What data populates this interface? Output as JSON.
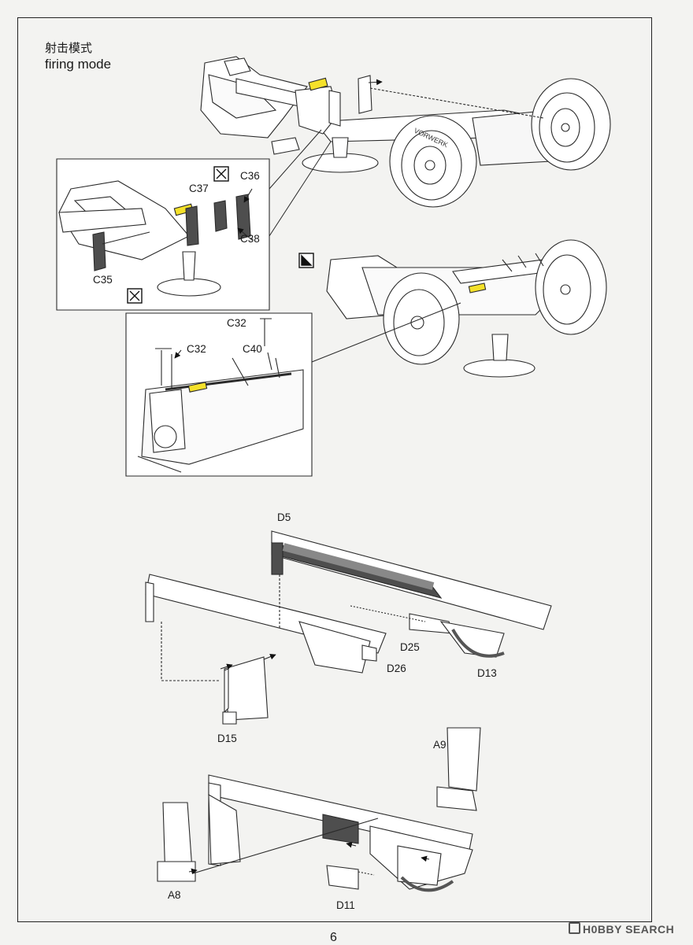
{
  "header": {
    "title_cn": "射击模式",
    "title_en": "firing mode"
  },
  "parts": {
    "c36": "C36",
    "c37": "C37",
    "c38": "C38",
    "c35": "C35",
    "c32_a": "C32",
    "c32_b": "C32",
    "c40": "C40",
    "d5": "D5",
    "d25": "D25",
    "d26": "D26",
    "d13": "D13",
    "d15": "D15",
    "a9": "A9",
    "a8": "A8",
    "d11": "D11"
  },
  "wheel_text": "VORWERK",
  "page_number": "6",
  "watermark": "H0BBY SEARCH",
  "colors": {
    "highlight": "#f5e12a",
    "dark_part": "#4e4e4e",
    "line": "#2a2a2a",
    "fill": "#ffffff"
  },
  "icons": [
    "do-not-glue-icon",
    "do-not-glue-icon",
    "option-icon"
  ]
}
